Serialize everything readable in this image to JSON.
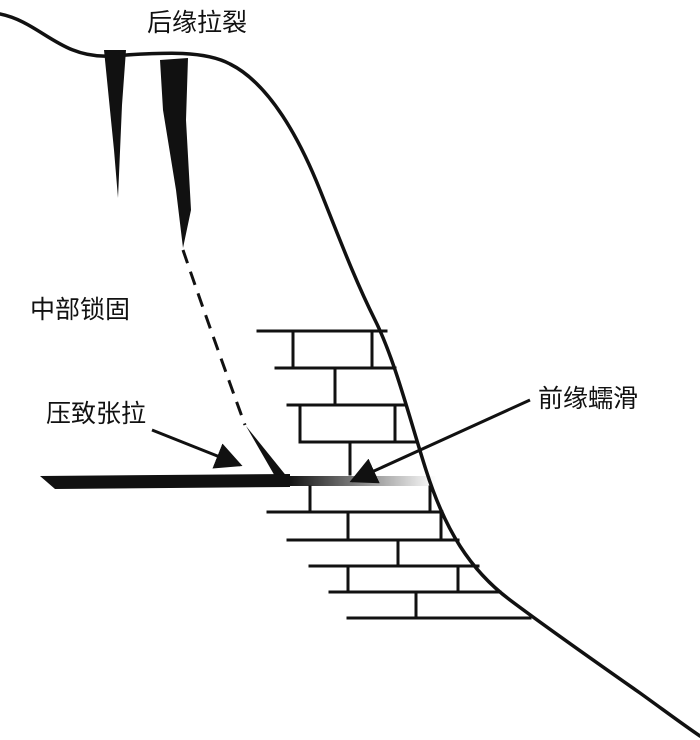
{
  "labels": {
    "rear_tension_crack": "后缘拉裂",
    "middle_locking": "中部锁固",
    "compression_induced_tension": "压致张拉",
    "front_creep_slide": "前缘蠕滑"
  },
  "colors": {
    "stroke": "#111111",
    "background": "#ffffff"
  }
}
